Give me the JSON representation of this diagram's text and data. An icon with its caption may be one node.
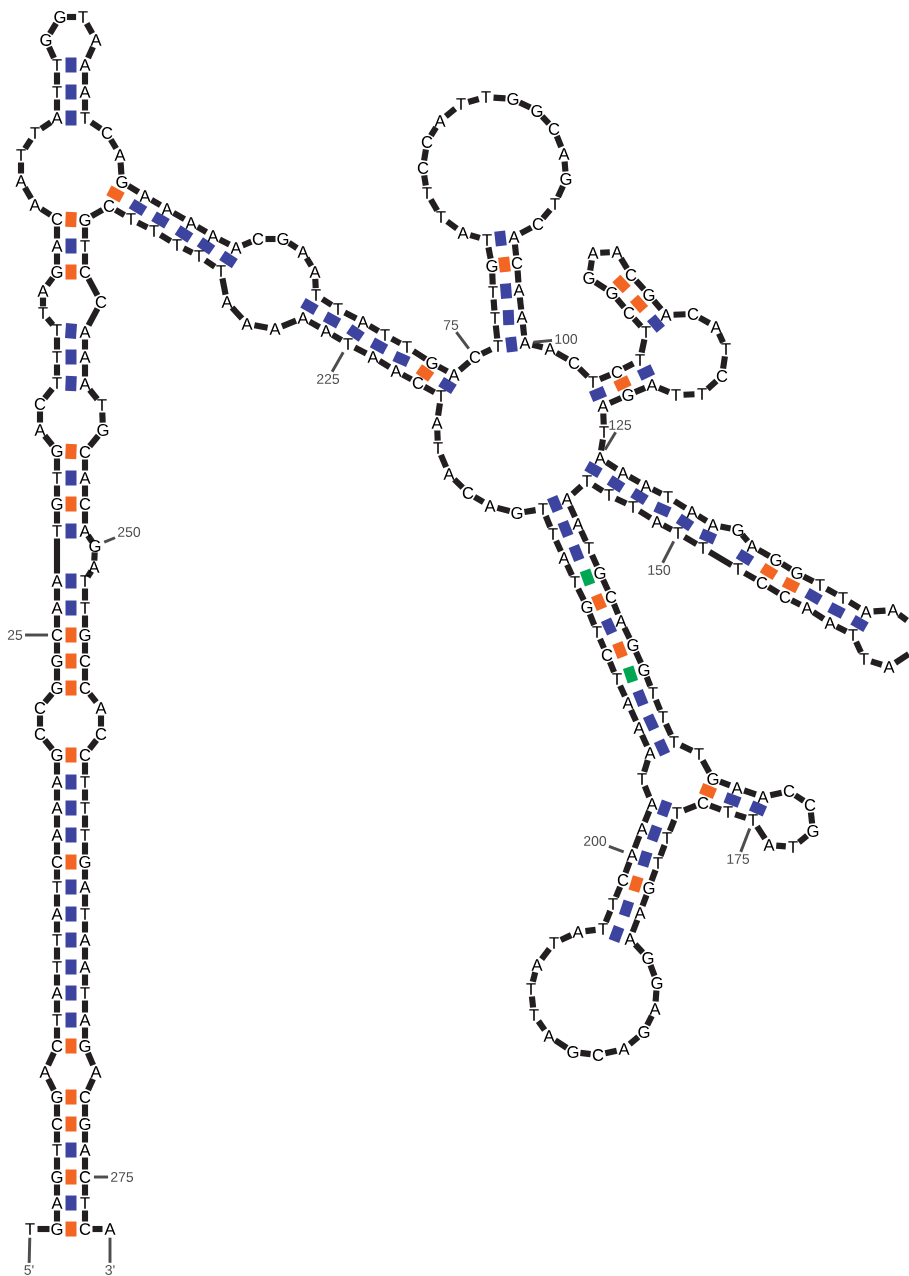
{
  "diagram": {
    "nodes": [
      {
        "text": [
          "75"
        ]
      },
      {
        "text": [
          "100"
        ]
      },
      {
        "text": [
          "225"
        ]
      },
      {
        "text": [
          "125"
        ]
      },
      {
        "text": [
          "250"
        ]
      },
      {
        "text": [
          "150"
        ]
      },
      {
        "text": [
          "25"
        ]
      },
      {
        "text": [
          "200"
        ]
      },
      {
        "text": [
          "175"
        ]
      },
      {
        "text": [
          "275"
        ]
      },
      {
        "text": [
          "5'"
        ]
      },
      {
        "text": [
          "3'"
        ]
      },
      {
        "text": [
          "C"
        ]
      },
      {
        "text": [
          "A"
        ]
      },
      {
        "text": [
          "T"
        ]
      },
      {
        "text": [
          "A"
        ]
      },
      {
        "text": [
          "G"
        ]
      },
      {
        "text": [
          "T"
        ]
      },
      {
        "text": [
          "C"
        ]
      },
      {
        "text": [
          "A"
        ]
      },
      {
        "text": [
          "T"
        ]
      },
      {
        "text": [
          "C"
        ]
      },
      {
        "text": [
          "T"
        ]
      },
      {
        "text": [
          "A"
        ]
      }
    ],
    "edges": [
      {
        "from": 0,
        "to": 12,
        "arrow": "none"
      },
      {
        "from": 1,
        "to": 13,
        "arrow": "none"
      },
      {
        "from": 2,
        "to": 14,
        "arrow": "none"
      },
      {
        "from": 3,
        "to": 15,
        "arrow": "none"
      },
      {
        "from": 4,
        "to": 16,
        "arrow": "none"
      },
      {
        "from": 5,
        "to": 17,
        "arrow": "none"
      },
      {
        "from": 6,
        "to": 18,
        "arrow": "none"
      },
      {
        "from": 7,
        "to": 19,
        "arrow": "none"
      },
      {
        "from": 8,
        "to": 20,
        "arrow": "none"
      },
      {
        "from": 9,
        "to": 21,
        "arrow": "none"
      },
      {
        "from": 10,
        "to": 22,
        "arrow": "none"
      },
      {
        "from": 11,
        "to": 23,
        "arrow": "none"
      }
    ],
    "labels": [
      "G",
      "A",
      "G",
      "T",
      "C",
      "G",
      "A",
      "C",
      "T",
      "A",
      "T",
      "T",
      "A",
      "T",
      "C",
      "A",
      "A",
      "A",
      "G",
      "C",
      "C",
      "G",
      "G",
      "A",
      "A",
      "T",
      "G",
      "T",
      "G",
      "A",
      "C",
      "T",
      "T",
      "T",
      "T",
      "A",
      "G",
      "A",
      "C",
      "A",
      "A",
      "T",
      "T",
      "A",
      "T",
      "T",
      "G",
      "G",
      "T",
      "A",
      "A",
      "A",
      "T",
      "C",
      "A",
      "G",
      "A",
      "A",
      "A",
      "A",
      "A",
      "C",
      "G",
      "A",
      "A",
      "T",
      "T",
      "A",
      "T",
      "T",
      "G",
      "A",
      "T",
      "T",
      "T",
      "G",
      "T",
      "A",
      "T",
      "T",
      "C",
      "C",
      "A",
      "T",
      "T",
      "G",
      "G",
      "C",
      "A",
      "G",
      "T",
      "C",
      "A",
      "C",
      "A",
      "A",
      "A",
      "C",
      "T",
      "C",
      "T",
      "T",
      "C",
      "G",
      "G",
      "A",
      "A",
      "C",
      "G",
      "A",
      "C",
      "A",
      "T",
      "C",
      "T",
      "T",
      "A",
      "G",
      "A",
      "T",
      "A",
      "A",
      "T",
      "A",
      "A",
      "G",
      "A",
      "G",
      "G",
      "T",
      "T",
      "A",
      "A",
      "A",
      "T",
      "T",
      "A",
      "A",
      "C",
      "C",
      "T",
      "T",
      "A",
      "T",
      "T",
      "T",
      "A",
      "A",
      "T",
      "G",
      "C",
      "A",
      "G",
      "G",
      "T",
      "T",
      "T",
      "T",
      "G",
      "A",
      "A",
      "C",
      "C",
      "G",
      "T",
      "A",
      "T",
      "C",
      "T",
      "T",
      "T",
      "G",
      "A",
      "A",
      "G",
      "G",
      "A",
      "G",
      "A",
      "C",
      "G",
      "A",
      "T",
      "T",
      "A",
      "T",
      "A",
      "T",
      "T",
      "C",
      "A",
      "A",
      "T",
      "A",
      "A",
      "A",
      "T",
      "C",
      "T",
      "G",
      "T",
      "A",
      "T",
      "T",
      "G",
      "A",
      "C",
      "A",
      "T",
      "A",
      "T",
      "C",
      "A",
      "A",
      "A",
      "A",
      "A",
      "A",
      "A",
      "T",
      "T",
      "T",
      "T",
      "T",
      "C",
      "G",
      "T",
      "C",
      "C",
      "A",
      "A",
      "A",
      "T",
      "G",
      "C",
      "A",
      "C",
      "A",
      "A",
      "T",
      "T",
      "G",
      "C",
      "C",
      "A",
      "C",
      "C",
      "T",
      "T",
      "T",
      "G",
      "A",
      "T",
      "A",
      "A",
      "T",
      "A",
      "G",
      "A",
      "C",
      "G",
      "A",
      "T",
      "C"
    ]
  }
}
